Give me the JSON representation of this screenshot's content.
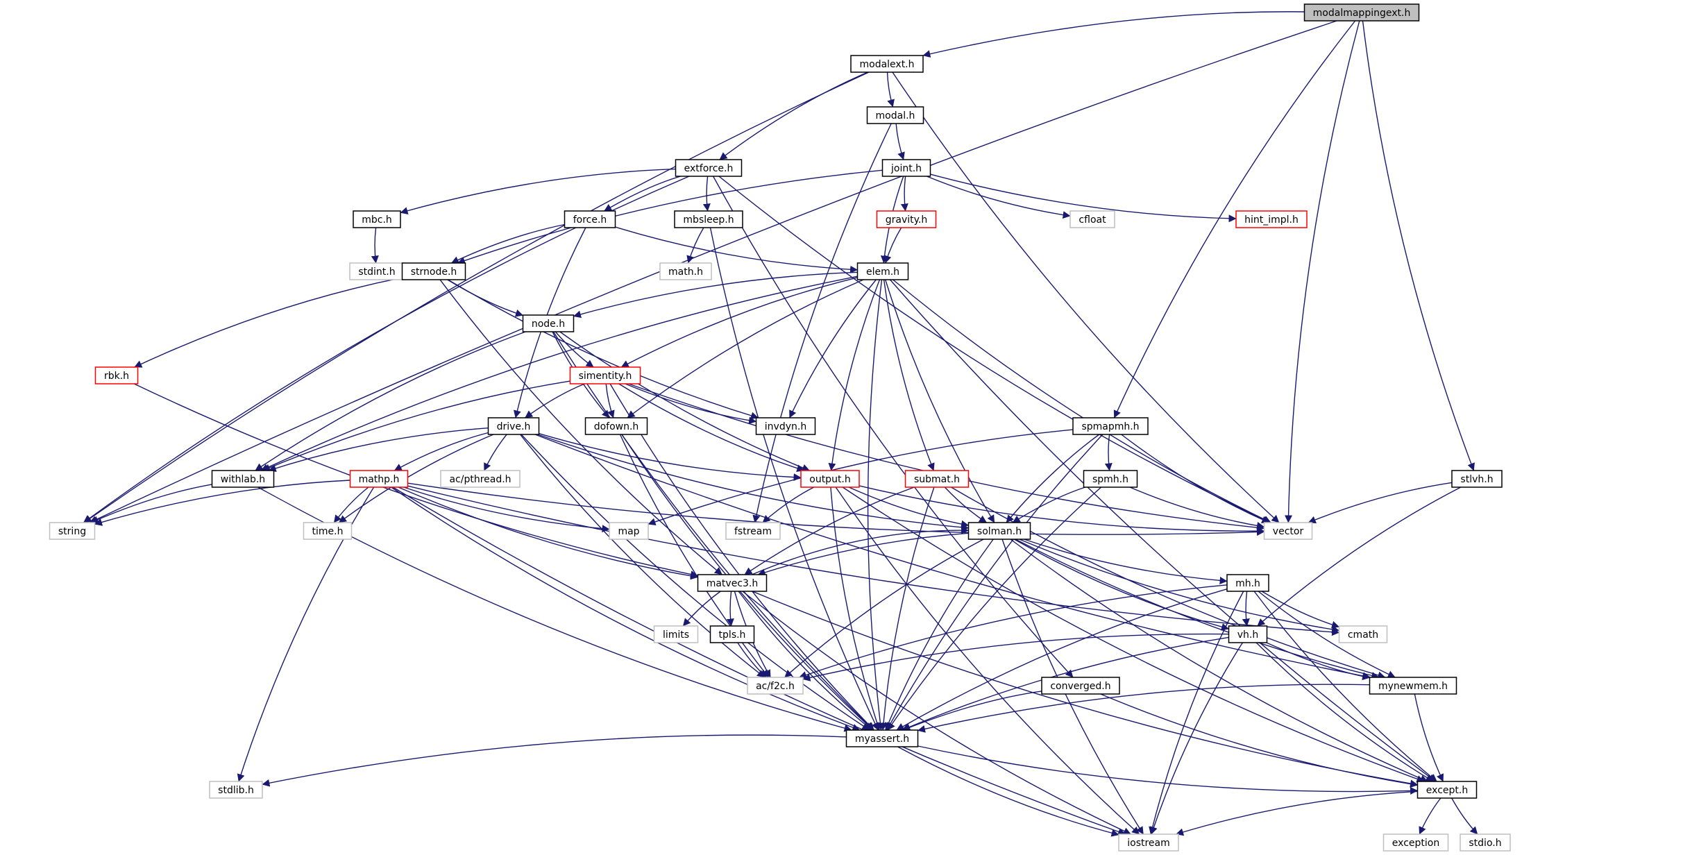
{
  "colors": {
    "edge": "#191970",
    "border_normal": "#000000",
    "border_truncated": "#ff0000",
    "border_external": "#bfbfbf",
    "root_fill": "#bfbfbf",
    "node_fill": "#ffffff"
  },
  "nodes": [
    {
      "id": "modalmappingext",
      "label": "modalmappingext.h",
      "style": "root"
    },
    {
      "id": "modalext",
      "label": "modalext.h",
      "style": "normal"
    },
    {
      "id": "modal",
      "label": "modal.h",
      "style": "normal"
    },
    {
      "id": "joint",
      "label": "joint.h",
      "style": "normal"
    },
    {
      "id": "extforce",
      "label": "extforce.h",
      "style": "normal"
    },
    {
      "id": "gravity",
      "label": "gravity.h",
      "style": "truncated"
    },
    {
      "id": "cfloat",
      "label": "cfloat",
      "style": "external"
    },
    {
      "id": "hint_impl",
      "label": "hint_impl.h",
      "style": "truncated"
    },
    {
      "id": "mbc",
      "label": "mbc.h",
      "style": "normal"
    },
    {
      "id": "force",
      "label": "force.h",
      "style": "normal"
    },
    {
      "id": "mbsleep",
      "label": "mbsleep.h",
      "style": "normal"
    },
    {
      "id": "stdint",
      "label": "stdint.h",
      "style": "external"
    },
    {
      "id": "math",
      "label": "math.h",
      "style": "external"
    },
    {
      "id": "strnode",
      "label": "strnode.h",
      "style": "normal"
    },
    {
      "id": "elem",
      "label": "elem.h",
      "style": "normal"
    },
    {
      "id": "node",
      "label": "node.h",
      "style": "normal"
    },
    {
      "id": "rbk",
      "label": "rbk.h",
      "style": "truncated"
    },
    {
      "id": "simentity",
      "label": "simentity.h",
      "style": "truncated"
    },
    {
      "id": "spmapmh",
      "label": "spmapmh.h",
      "style": "normal"
    },
    {
      "id": "drive",
      "label": "drive.h",
      "style": "normal"
    },
    {
      "id": "dofown",
      "label": "dofown.h",
      "style": "normal"
    },
    {
      "id": "invdyn",
      "label": "invdyn.h",
      "style": "normal"
    },
    {
      "id": "spmh",
      "label": "spmh.h",
      "style": "normal"
    },
    {
      "id": "stlvh",
      "label": "stlvh.h",
      "style": "normal"
    },
    {
      "id": "withlab",
      "label": "withlab.h",
      "style": "normal"
    },
    {
      "id": "mathp",
      "label": "mathp.h",
      "style": "truncated"
    },
    {
      "id": "acpthread",
      "label": "ac/pthread.h",
      "style": "external"
    },
    {
      "id": "output",
      "label": "output.h",
      "style": "truncated"
    },
    {
      "id": "submat",
      "label": "submat.h",
      "style": "truncated"
    },
    {
      "id": "string",
      "label": "string",
      "style": "external"
    },
    {
      "id": "time",
      "label": "time.h",
      "style": "external"
    },
    {
      "id": "map",
      "label": "map",
      "style": "external"
    },
    {
      "id": "fstream",
      "label": "fstream",
      "style": "external"
    },
    {
      "id": "solman",
      "label": "solman.h",
      "style": "normal"
    },
    {
      "id": "vector",
      "label": "vector",
      "style": "external"
    },
    {
      "id": "matvec3",
      "label": "matvec3.h",
      "style": "normal"
    },
    {
      "id": "mh",
      "label": "mh.h",
      "style": "normal"
    },
    {
      "id": "limits",
      "label": "limits",
      "style": "external"
    },
    {
      "id": "tpls",
      "label": "tpls.h",
      "style": "normal"
    },
    {
      "id": "vh",
      "label": "vh.h",
      "style": "normal"
    },
    {
      "id": "cmath",
      "label": "cmath",
      "style": "external"
    },
    {
      "id": "acf2c",
      "label": "ac/f2c.h",
      "style": "external"
    },
    {
      "id": "converged",
      "label": "converged.h",
      "style": "normal"
    },
    {
      "id": "mynewmem",
      "label": "mynewmem.h",
      "style": "normal"
    },
    {
      "id": "myassert",
      "label": "myassert.h",
      "style": "normal"
    },
    {
      "id": "stdlib",
      "label": "stdlib.h",
      "style": "external"
    },
    {
      "id": "except",
      "label": "except.h",
      "style": "normal"
    },
    {
      "id": "iostream",
      "label": "iostream",
      "style": "external"
    },
    {
      "id": "exception",
      "label": "exception",
      "style": "external"
    },
    {
      "id": "stdio",
      "label": "stdio.h",
      "style": "external"
    }
  ],
  "edges": [
    [
      "modalmappingext",
      "modalext"
    ],
    [
      "modalmappingext",
      "string"
    ],
    [
      "modalmappingext",
      "spmapmh"
    ],
    [
      "modalmappingext",
      "vector"
    ],
    [
      "modalmappingext",
      "stlvh"
    ],
    [
      "modalext",
      "modal"
    ],
    [
      "modalext",
      "extforce"
    ],
    [
      "modalext",
      "string"
    ],
    [
      "modalext",
      "vector"
    ],
    [
      "modal",
      "joint"
    ],
    [
      "modal",
      "fstream"
    ],
    [
      "joint",
      "gravity"
    ],
    [
      "joint",
      "elem"
    ],
    [
      "joint",
      "strnode"
    ],
    [
      "joint",
      "cfloat"
    ],
    [
      "joint",
      "hint_impl"
    ],
    [
      "gravity",
      "elem"
    ],
    [
      "extforce",
      "mbc"
    ],
    [
      "extforce",
      "force"
    ],
    [
      "extforce",
      "mbsleep"
    ],
    [
      "extforce",
      "string"
    ],
    [
      "extforce",
      "vector"
    ],
    [
      "extforce",
      "converged"
    ],
    [
      "mbc",
      "stdint"
    ],
    [
      "force",
      "strnode"
    ],
    [
      "force",
      "drive"
    ],
    [
      "force",
      "elem"
    ],
    [
      "mbsleep",
      "math"
    ],
    [
      "mbsleep",
      "myassert"
    ],
    [
      "strnode",
      "node"
    ],
    [
      "strnode",
      "rbk"
    ],
    [
      "strnode",
      "matvec3"
    ],
    [
      "strnode",
      "invdyn"
    ],
    [
      "elem",
      "node"
    ],
    [
      "elem",
      "simentity"
    ],
    [
      "elem",
      "withlab"
    ],
    [
      "elem",
      "dofown"
    ],
    [
      "elem",
      "invdyn"
    ],
    [
      "elem",
      "output"
    ],
    [
      "elem",
      "submat"
    ],
    [
      "elem",
      "solman"
    ],
    [
      "elem",
      "myassert"
    ],
    [
      "elem",
      "vector"
    ],
    [
      "elem",
      "except"
    ],
    [
      "node",
      "simentity"
    ],
    [
      "node",
      "dofown"
    ],
    [
      "node",
      "withlab"
    ],
    [
      "node",
      "output"
    ],
    [
      "node",
      "myassert"
    ],
    [
      "rbk",
      "matvec3"
    ],
    [
      "simentity",
      "drive"
    ],
    [
      "simentity",
      "dofown"
    ],
    [
      "simentity",
      "invdyn"
    ],
    [
      "simentity",
      "output"
    ],
    [
      "simentity",
      "withlab"
    ],
    [
      "simentity",
      "vector"
    ],
    [
      "simentity",
      "myassert"
    ],
    [
      "spmapmh",
      "map"
    ],
    [
      "spmapmh",
      "spmh"
    ],
    [
      "spmapmh",
      "solman"
    ],
    [
      "spmapmh",
      "vector"
    ],
    [
      "spmapmh",
      "myassert"
    ],
    [
      "drive",
      "withlab"
    ],
    [
      "drive",
      "mathp"
    ],
    [
      "drive",
      "acpthread"
    ],
    [
      "drive",
      "time"
    ],
    [
      "drive",
      "output"
    ],
    [
      "drive",
      "solman"
    ],
    [
      "drive",
      "acf2c"
    ],
    [
      "drive",
      "myassert"
    ],
    [
      "drive",
      "mynewmem"
    ],
    [
      "dofown",
      "myassert"
    ],
    [
      "dofown",
      "acf2c"
    ],
    [
      "spmh",
      "solman"
    ],
    [
      "spmh",
      "vector"
    ],
    [
      "spmh",
      "myassert"
    ],
    [
      "stlvh",
      "vector"
    ],
    [
      "stlvh",
      "vh"
    ],
    [
      "withlab",
      "string"
    ],
    [
      "withlab",
      "myassert"
    ],
    [
      "mathp",
      "string"
    ],
    [
      "mathp",
      "time"
    ],
    [
      "mathp",
      "map"
    ],
    [
      "mathp",
      "stdlib"
    ],
    [
      "mathp",
      "myassert"
    ],
    [
      "mathp",
      "iostream"
    ],
    [
      "mathp",
      "vector"
    ],
    [
      "mathp",
      "matvec3"
    ],
    [
      "mathp",
      "cmath"
    ],
    [
      "output",
      "fstream"
    ],
    [
      "output",
      "solman"
    ],
    [
      "output",
      "vector"
    ],
    [
      "output",
      "myassert"
    ],
    [
      "output",
      "iostream"
    ],
    [
      "output",
      "except"
    ],
    [
      "submat",
      "solman"
    ],
    [
      "submat",
      "matvec3"
    ],
    [
      "submat",
      "myassert"
    ],
    [
      "submat",
      "mynewmem"
    ],
    [
      "solman",
      "matvec3"
    ],
    [
      "solman",
      "mh"
    ],
    [
      "solman",
      "vh"
    ],
    [
      "solman",
      "cmath"
    ],
    [
      "solman",
      "acf2c"
    ],
    [
      "solman",
      "myassert"
    ],
    [
      "solman",
      "mynewmem"
    ],
    [
      "solman",
      "except"
    ],
    [
      "solman",
      "iostream"
    ],
    [
      "matvec3",
      "solman"
    ],
    [
      "matvec3",
      "limits"
    ],
    [
      "matvec3",
      "tpls"
    ],
    [
      "matvec3",
      "acf2c"
    ],
    [
      "matvec3",
      "myassert"
    ],
    [
      "matvec3",
      "except"
    ],
    [
      "matvec3",
      "iostream"
    ],
    [
      "mh",
      "vh"
    ],
    [
      "mh",
      "cmath"
    ],
    [
      "mh",
      "acf2c"
    ],
    [
      "mh",
      "myassert"
    ],
    [
      "mh",
      "mynewmem"
    ],
    [
      "mh",
      "except"
    ],
    [
      "mh",
      "iostream"
    ],
    [
      "tpls",
      "acf2c"
    ],
    [
      "vh",
      "acf2c"
    ],
    [
      "vh",
      "myassert"
    ],
    [
      "vh",
      "mynewmem"
    ],
    [
      "vh",
      "except"
    ],
    [
      "vh",
      "iostream"
    ],
    [
      "converged",
      "myassert"
    ],
    [
      "converged",
      "except"
    ],
    [
      "mynewmem",
      "myassert"
    ],
    [
      "mynewmem",
      "except"
    ],
    [
      "myassert",
      "stdlib"
    ],
    [
      "myassert",
      "iostream"
    ],
    [
      "myassert",
      "except"
    ],
    [
      "except",
      "iostream"
    ],
    [
      "except",
      "exception"
    ],
    [
      "except",
      "stdio"
    ]
  ]
}
